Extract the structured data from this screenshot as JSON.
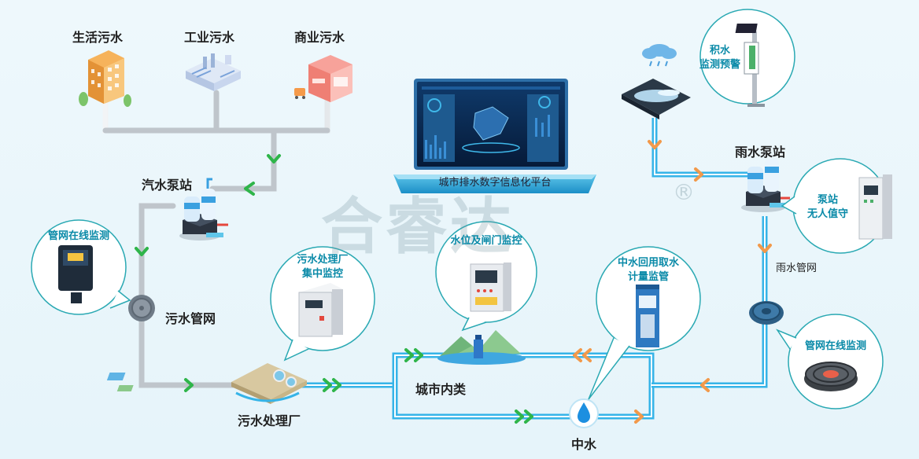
{
  "sources": {
    "domestic": "生活污水",
    "industrial": "工业污水",
    "commercial": "商业污水"
  },
  "nodes": {
    "sewage_pump_station": "汽水泵站",
    "sewage_network": "污水管网",
    "treatment_plant": "污水处理厂",
    "urban_river": "城市内类",
    "reclaimed_water": "中水",
    "rain_pump_station": "雨水泵站",
    "rain_network": "雨水管网"
  },
  "bubbles": {
    "pipe_monitor_left": "管网在线监测",
    "plant_monitor_line1": "污水处理厂",
    "plant_monitor_line2": "集中监控",
    "water_gate_monitor": "水位及闸门监控",
    "reuse_meter_line1": "中水回用取水",
    "reuse_meter_line2": "计量监管",
    "flood_warning_line1": "积水",
    "flood_warning_line2": "监测预警",
    "unmanned_station_line1": "泵站",
    "unmanned_station_line2": "无人值守",
    "pipe_monitor_right": "管网在线监测"
  },
  "platform": {
    "label": "城市排水数字信息化平台"
  },
  "watermark": {
    "text": "合睿达",
    "registered": "®"
  },
  "colors": {
    "pipe_gray": "#c9ced3",
    "pipe_blue": "#36b4e8",
    "arrow_green": "#2fb54a",
    "arrow_orange": "#f2994a",
    "bubble_border": "#2aa9b3",
    "accent_teal": "#0a8aa8"
  }
}
